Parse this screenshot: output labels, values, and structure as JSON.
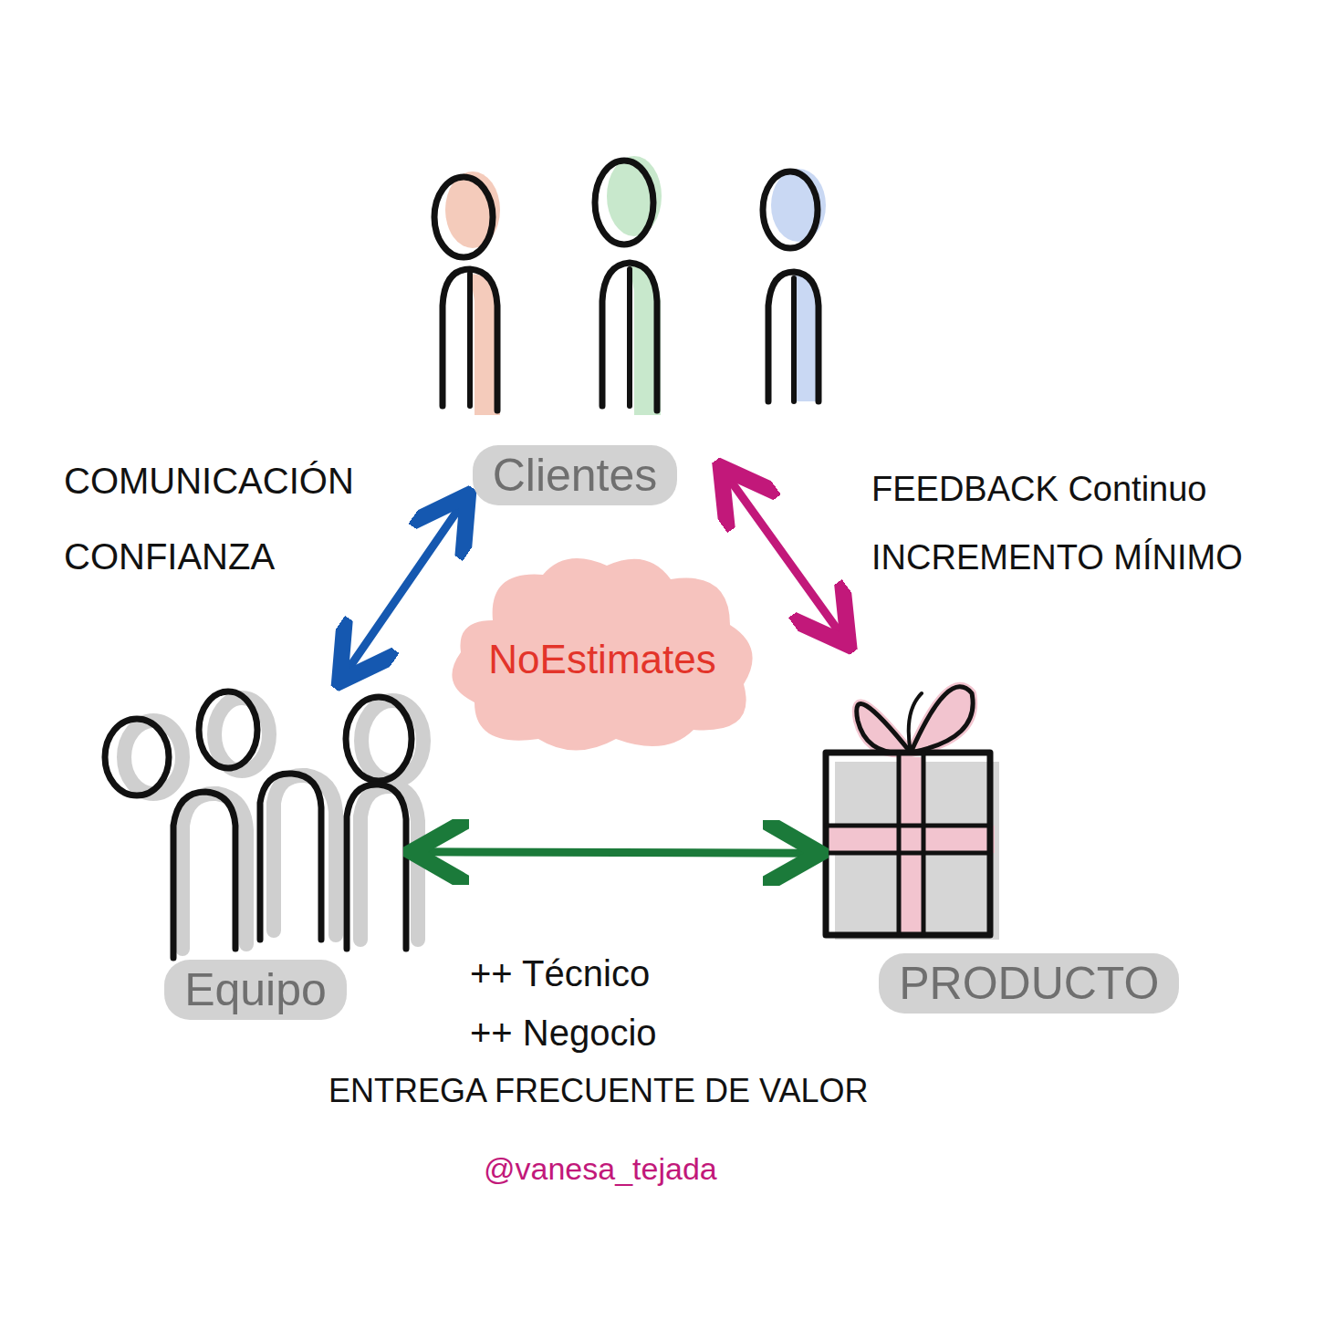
{
  "diagram": {
    "nodes": [
      {
        "text": [
          "Clientes"
        ]
      },
      {
        "text": [
          "NoEstimates"
        ]
      },
      {
        "text": [
          "Equipo"
        ]
      },
      {
        "text": [
          "PRODUCTO"
        ]
      }
    ],
    "edges": [
      {
        "from": 2,
        "to": 0,
        "arrow": "both"
      },
      {
        "from": 0,
        "to": 3,
        "arrow": "both"
      },
      {
        "from": 2,
        "to": 3,
        "arrow": "both"
      }
    ],
    "labels": [
      "COMUNICACIÓN",
      "CONFIANZA",
      "FEEDBACK Continuo",
      "INCREMENTO MÍNIMO",
      "++ Técnico",
      "++ Negocio",
      "ENTREGA FRECUENTE DE VALOR",
      "@vanesa_tejada"
    ]
  }
}
